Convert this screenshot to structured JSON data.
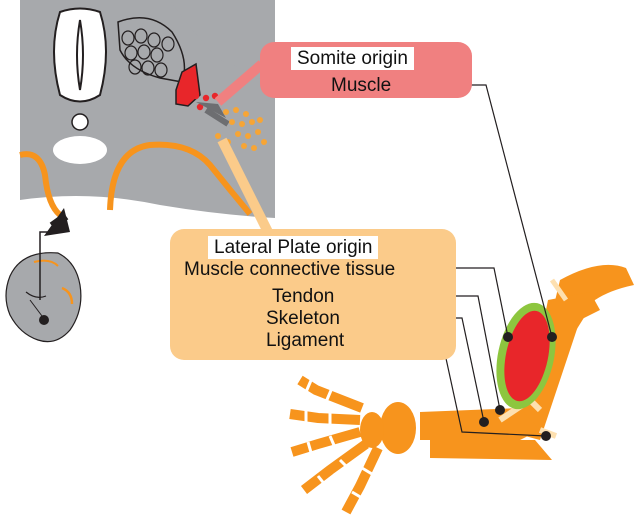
{
  "somite_box": {
    "title": "Somite origin",
    "items": [
      "Muscle"
    ]
  },
  "lateral_box": {
    "title": "Lateral Plate origin",
    "items": [
      "Muscle connective tissue",
      "Tendon",
      "Skeleton",
      "Ligament"
    ]
  },
  "colors": {
    "somite_box_fill": "#f08080",
    "lateral_box_fill": "#fbcb8a",
    "muscle_red": "#e8262a",
    "muscle_outline_green": "#8dc63f",
    "bone_orange": "#f7941d",
    "tissue_gray": "#a7a9ac",
    "dot_orange": "#f7a535",
    "pointer_gray": "#6d6e71"
  }
}
